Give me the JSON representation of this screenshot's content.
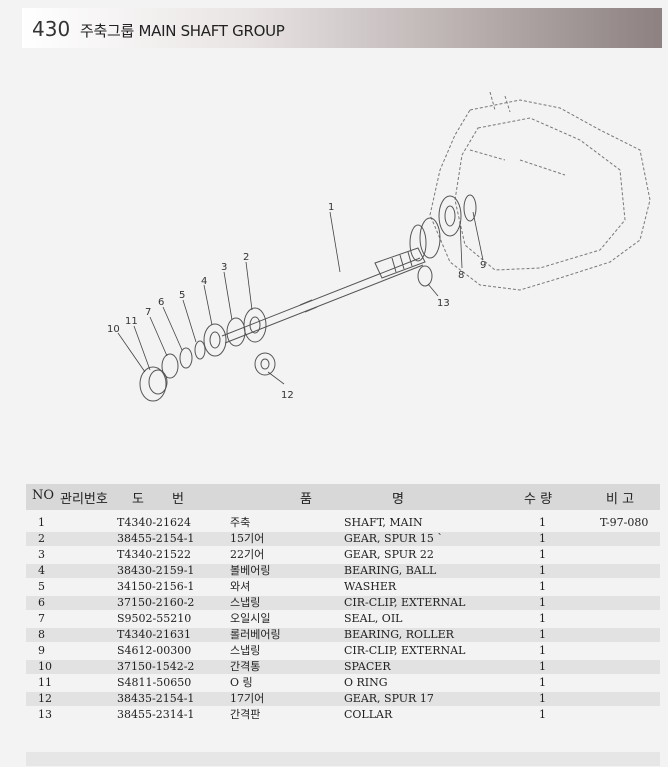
{
  "header": {
    "page_number": "430",
    "title": "주축그룹 MAIN SHAFT GROUP"
  },
  "callouts": [
    {
      "label": "1",
      "name": "callout-1"
    },
    {
      "label": "2",
      "name": "callout-2"
    },
    {
      "label": "3",
      "name": "callout-3"
    },
    {
      "label": "4",
      "name": "callout-4"
    },
    {
      "label": "5",
      "name": "callout-5"
    },
    {
      "label": "6",
      "name": "callout-6"
    },
    {
      "label": "7",
      "name": "callout-7"
    },
    {
      "label": "8",
      "name": "callout-8"
    },
    {
      "label": "9",
      "name": "callout-9"
    },
    {
      "label": "10",
      "name": "callout-10"
    },
    {
      "label": "11",
      "name": "callout-11"
    },
    {
      "label": "12",
      "name": "callout-12"
    },
    {
      "label": "13",
      "name": "callout-13"
    }
  ],
  "table": {
    "headers": {
      "no": "NO",
      "mgmt": "관리번호",
      "do": "도",
      "beon": "번",
      "pum": "품",
      "myeong": "명",
      "suryang": "수 량",
      "bigo": "비 고"
    },
    "rows": [
      {
        "no": "1",
        "part": "T4340-21624",
        "kor": "주축",
        "eng": "SHAFT, MAIN",
        "qty": "1",
        "remark": "T-97-080"
      },
      {
        "no": "2",
        "part": "38455-2154-1",
        "kor": "15기어",
        "eng": "GEAR, SPUR 15 `",
        "qty": "1",
        "remark": ""
      },
      {
        "no": "3",
        "part": "T4340-21522",
        "kor": "22기어",
        "eng": "GEAR, SPUR 22",
        "qty": "1",
        "remark": ""
      },
      {
        "no": "4",
        "part": "38430-2159-1",
        "kor": "볼베어링",
        "eng": "BEARING, BALL",
        "qty": "1",
        "remark": ""
      },
      {
        "no": "5",
        "part": "34150-2156-1",
        "kor": "와셔",
        "eng": "WASHER",
        "qty": "1",
        "remark": ""
      },
      {
        "no": "6",
        "part": "37150-2160-2",
        "kor": "스냅링",
        "eng": "CIR-CLIP, EXTERNAL",
        "qty": "1",
        "remark": ""
      },
      {
        "no": "7",
        "part": "S9502-55210",
        "kor": "오일시일",
        "eng": "SEAL, OIL",
        "qty": "1",
        "remark": ""
      },
      {
        "no": "8",
        "part": "T4340-21631",
        "kor": "롤러베어링",
        "eng": "BEARING, ROLLER",
        "qty": "1",
        "remark": ""
      },
      {
        "no": "9",
        "part": "S4612-00300",
        "kor": "스냅링",
        "eng": "CIR-CLIP, EXTERNAL",
        "qty": "1",
        "remark": ""
      },
      {
        "no": "10",
        "part": "37150-1542-2",
        "kor": "간격통",
        "eng": "SPACER",
        "qty": "1",
        "remark": ""
      },
      {
        "no": "11",
        "part": "S4811-50650",
        "kor": "O 링",
        "eng": "O RING",
        "qty": "1",
        "remark": ""
      },
      {
        "no": "12",
        "part": "38435-2154-1",
        "kor": "17기어",
        "eng": "GEAR, SPUR 17",
        "qty": "1",
        "remark": ""
      },
      {
        "no": "13",
        "part": "38455-2314-1",
        "kor": "간격판",
        "eng": "COLLAR",
        "qty": "1",
        "remark": ""
      }
    ]
  }
}
